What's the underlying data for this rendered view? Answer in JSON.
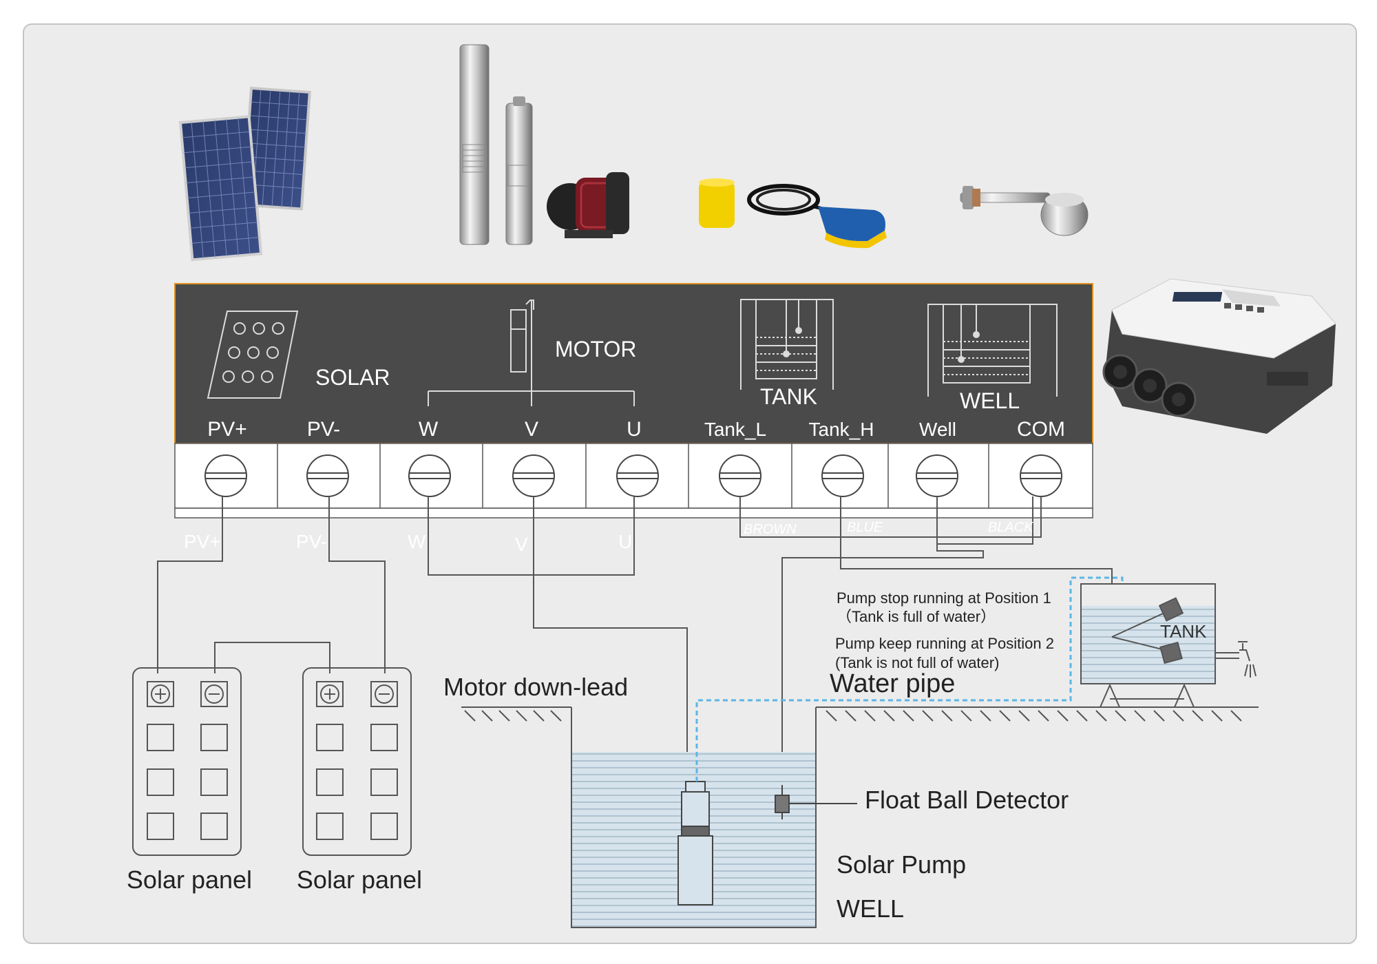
{
  "terminal_panel": {
    "solar_label": "SOLAR",
    "motor_label": "MOTOR",
    "tank_label": "TANK",
    "well_label": "WELL",
    "terminals": [
      "PV+",
      "PV-",
      "W",
      "V",
      "U",
      "Tank_L",
      "Tank_H",
      "Well",
      "COM"
    ]
  },
  "wires": {
    "pv_plus": "PV+",
    "pv_minus": "PV-",
    "w": "W",
    "v": "V",
    "u": "U",
    "brown": "BROWN",
    "blue": "BLUE",
    "black": "BLACK"
  },
  "solar_panels": [
    {
      "label": "Solar panel"
    },
    {
      "label": "Solar panel"
    }
  ],
  "annotations": {
    "motor_down_lead": "Motor down-lead",
    "water_pipe": "Water pipe",
    "float_ball_detector": "Float Ball Detector",
    "solar_pump": "Solar Pump",
    "well": "WELL",
    "tank": "TANK",
    "pos1_line1": "Pump stop running at  Position 1",
    "pos1_line2": "（Tank is full of water）",
    "pos2_line1": "Pump keep running at  Position 2",
    "pos2_line2": "(Tank is not full of water)"
  },
  "colors": {
    "background": "#ececec",
    "panel": "#4a4a4a",
    "panel_border": "#e09020",
    "water": "#d6e3ec",
    "pipe": "#5bb6e6",
    "line": "#555555"
  }
}
